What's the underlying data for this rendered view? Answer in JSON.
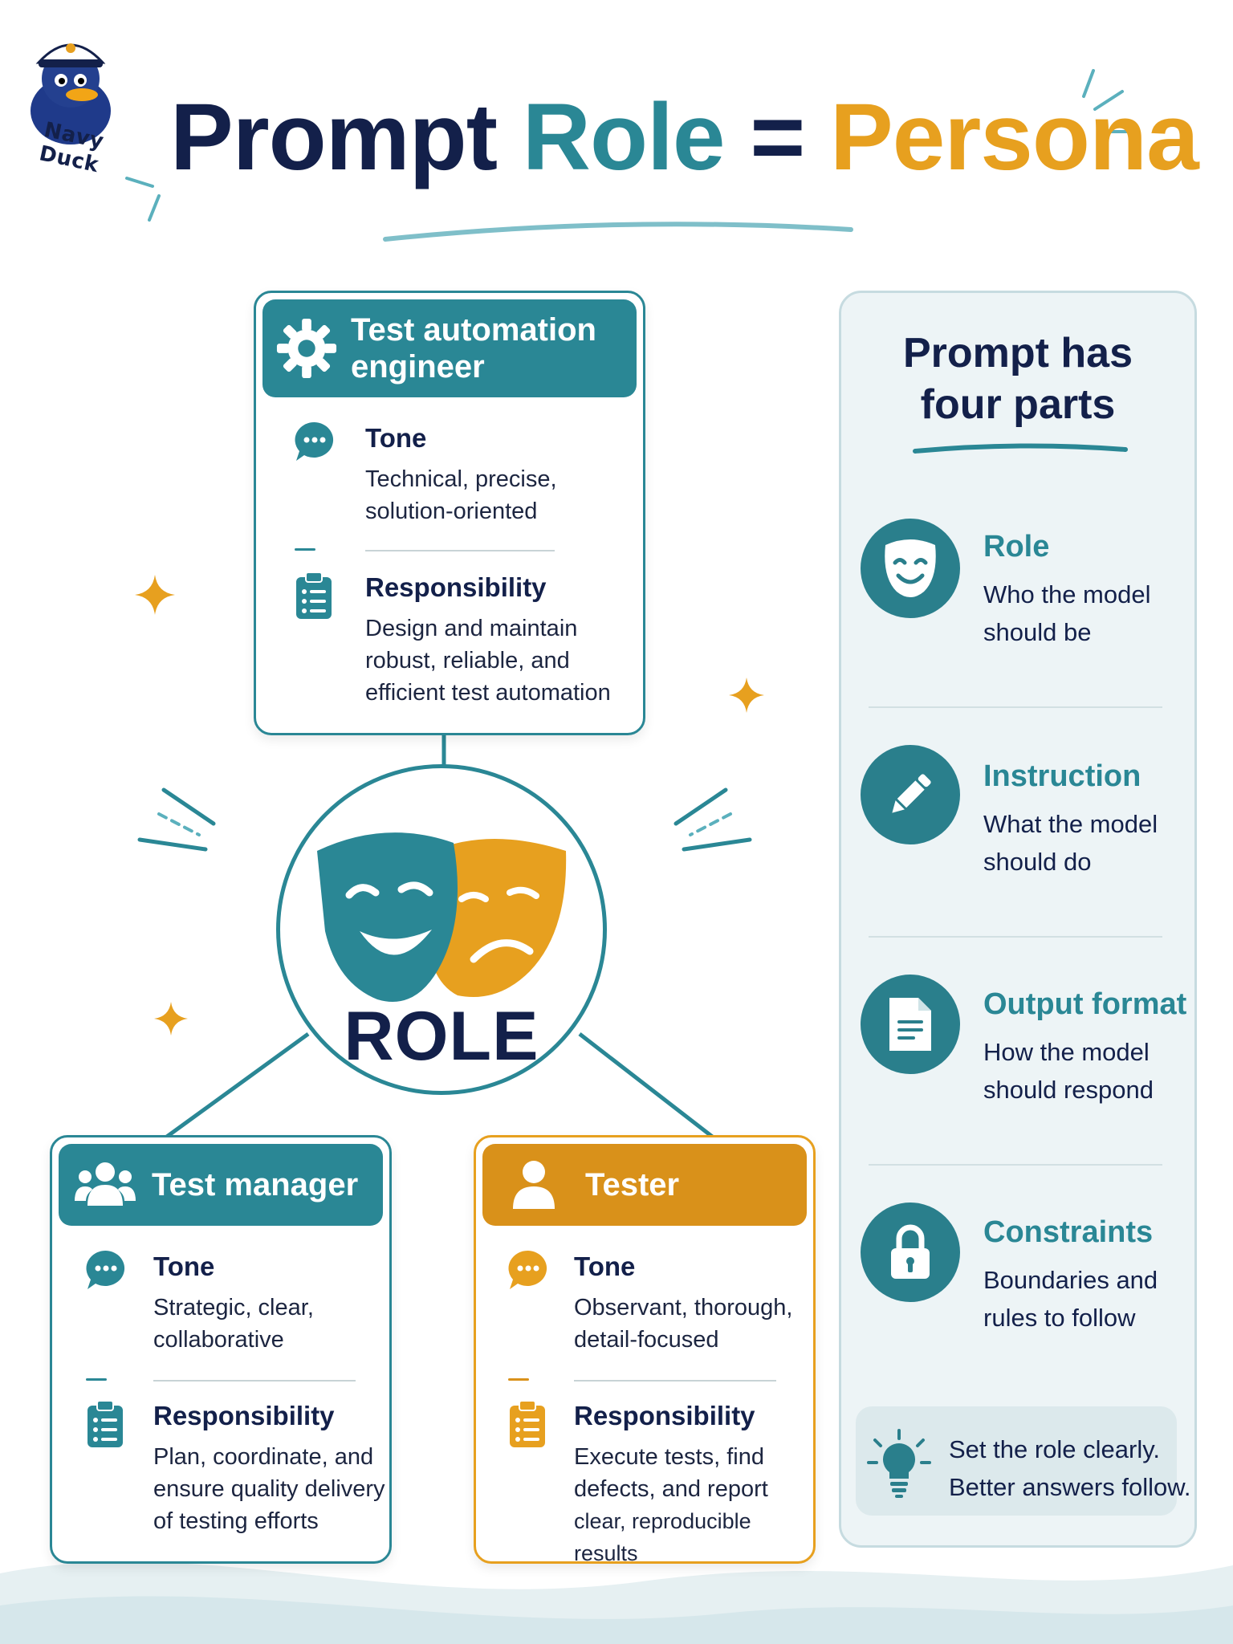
{
  "header": {
    "logo_text": "Navy Duck",
    "title_part1": "Prompt",
    "title_part2": "Role",
    "title_part3": "=",
    "title_part4": "Persona"
  },
  "center": {
    "role_label": "ROLE",
    "icon": "theater-masks-icon"
  },
  "personas": [
    {
      "title": "Test automation engineer",
      "icon": "gear-icon",
      "tone_label": "Tone",
      "tone_text_line1": "Technical, precise,",
      "tone_text_line2": "solution-oriented",
      "resp_label": "Responsibility",
      "resp_text_line1": "Design and maintain",
      "resp_text_line2": "robust, reliable, and",
      "resp_text_line3": "efficient test automation"
    },
    {
      "title": "Test manager",
      "icon": "group-icon",
      "tone_label": "Tone",
      "tone_text_line1": "Strategic, clear,",
      "tone_text_line2": "collaborative",
      "resp_label": "Responsibility",
      "resp_text_line1": "Plan, coordinate, and",
      "resp_text_line2": "ensure quality delivery",
      "resp_text_line3": "of testing efforts"
    },
    {
      "title": "Tester",
      "icon": "person-icon",
      "tone_label": "Tone",
      "tone_text_line1": "Observant, thorough,",
      "tone_text_line2": "detail-focused",
      "resp_label": "Responsibility",
      "resp_text_line1": "Execute tests, find",
      "resp_text_line2": "defects, and report",
      "resp_text_line3": "clear, reproducible results"
    }
  ],
  "panel": {
    "title_line1": "Prompt has",
    "title_line2": "four parts",
    "parts": [
      {
        "title": "Role",
        "desc_line1": "Who the model",
        "desc_line2": "should be",
        "icon": "mask-icon"
      },
      {
        "title": "Instruction",
        "desc_line1": "What the model",
        "desc_line2": "should do",
        "icon": "pencil-icon"
      },
      {
        "title": "Output format",
        "desc_line1": "How the model",
        "desc_line2": "should respond",
        "icon": "document-icon"
      },
      {
        "title": "Constraints",
        "desc_line1": "Boundaries and",
        "desc_line2": "rules to follow",
        "icon": "lock-icon"
      }
    ],
    "tip_line1": "Set the role clearly.",
    "tip_line2": "Better answers follow.",
    "tip_icon": "lightbulb-icon"
  },
  "colors": {
    "navy": "#13204a",
    "teal": "#2a8795",
    "orange": "#e7a01f",
    "panel_bg": "#edf4f6"
  }
}
